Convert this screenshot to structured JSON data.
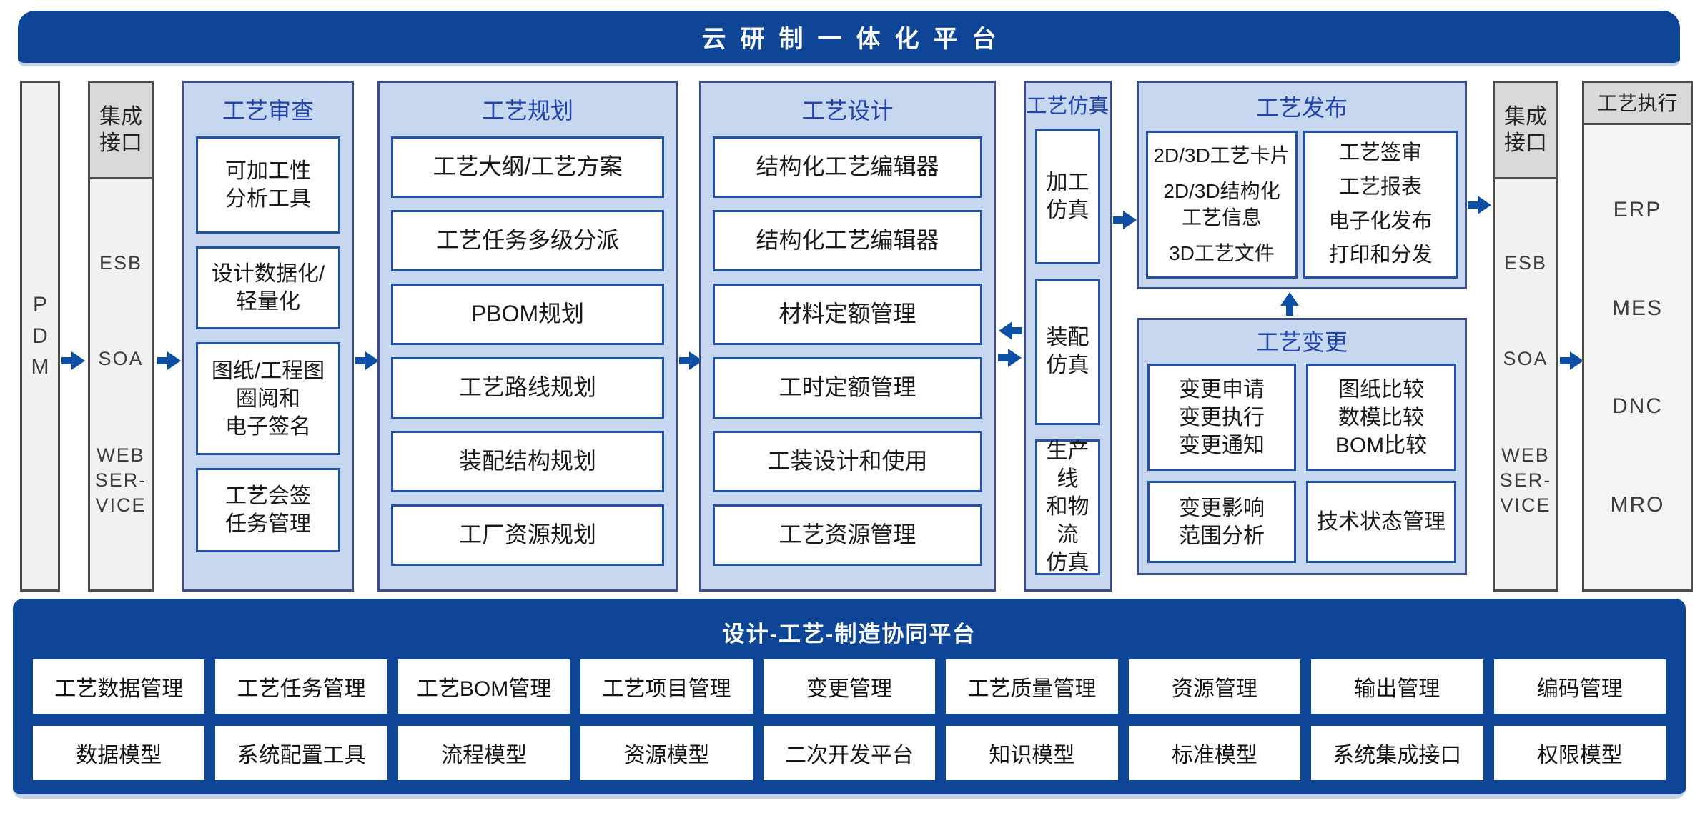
{
  "banner": {
    "title": "云研制一体化平台"
  },
  "pdm": {
    "label": "P\nD\nM"
  },
  "integration_left": {
    "header": "集成\n接口",
    "items": [
      "ESB",
      "SOA",
      "WEB\nSER-\nVICE"
    ]
  },
  "review": {
    "title": "工艺审查",
    "boxes": [
      "可加工性\n分析工具",
      "设计数据化/\n轻量化",
      "图纸/工程图\n圈阅和\n电子签名",
      "工艺会签\n任务管理"
    ]
  },
  "planning": {
    "title": "工艺规划",
    "boxes": [
      "工艺大纲/工艺方案",
      "工艺任务多级分派",
      "PBOM规划",
      "工艺路线规划",
      "装配结构规划",
      "工厂资源规划"
    ]
  },
  "design": {
    "title": "工艺设计",
    "boxes": [
      "结构化工艺编辑器",
      "结构化工艺编辑器",
      "材料定额管理",
      "工时定额管理",
      "工装设计和使用",
      "工艺资源管理"
    ]
  },
  "simulation": {
    "title": "工艺仿真",
    "boxes": [
      "加工\n仿真",
      "装配\n仿真",
      "生产线\n和物流\n仿真"
    ]
  },
  "publish": {
    "title": "工艺发布",
    "left_box": [
      "2D/3D工艺卡片",
      "2D/3D结构化\n工艺信息",
      "3D工艺文件"
    ],
    "right_box": [
      "工艺签审",
      "工艺报表",
      "电子化发布",
      "打印和分发"
    ]
  },
  "change": {
    "title": "工艺变更",
    "boxes": [
      "变更申请\n变更执行\n变更通知",
      "图纸比较\n数模比较\nBOM比较",
      "变更影响\n范围分析",
      "技术状态管理"
    ]
  },
  "integration_right": {
    "header": "集成\n接口",
    "items": [
      "ESB",
      "SOA",
      "WEB\nSER-\nVICE"
    ]
  },
  "execution": {
    "header": "工艺执行",
    "items": [
      "ERP",
      "MES",
      "DNC",
      "MRO"
    ]
  },
  "bottom": {
    "title": "设计-工艺-制造协同平台",
    "row1": [
      "工艺数据管理",
      "工艺任务管理",
      "工艺BOM管理",
      "工艺项目管理",
      "变更管理",
      "工艺质量管理",
      "资源管理",
      "输出管理",
      "编码管理"
    ],
    "row2": [
      "数据模型",
      "系统配置工具",
      "流程模型",
      "资源模型",
      "二次开发平台",
      "知识模型",
      "标准模型",
      "系统集成接口",
      "权限模型"
    ]
  },
  "colors": {
    "banner_blue": "#0e4596",
    "panel_blue": "#c7d7f0",
    "panel_border": "#3d4d85",
    "box_border": "#2053a8",
    "arrow_blue": "#0d4fa5",
    "title_blue": "#2145ad",
    "gray_header": "#d9d9d9",
    "gray_body": "#f1f1f0",
    "gray_border": "#4d4d4d",
    "edge_light_blue": "#c5d2e8"
  }
}
